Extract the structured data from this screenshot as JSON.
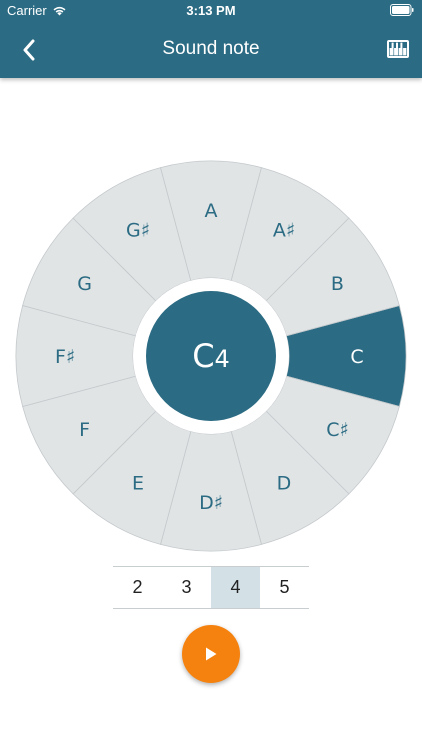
{
  "status": {
    "carrier": "Carrier",
    "time": "3:13 PM"
  },
  "nav": {
    "title": "Sound note"
  },
  "colors": {
    "accent": "#2b6b83",
    "segment": "#e1e4e5",
    "divider": "#c4c9cc",
    "play": "#f5820f",
    "selected_octave": "#d3e0e6"
  },
  "wheel": {
    "notes": [
      "C",
      "C♯",
      "D",
      "D♯",
      "E",
      "F",
      "F♯",
      "G",
      "G♯",
      "A",
      "A♯",
      "B"
    ],
    "selected_note": "C",
    "center": {
      "note": "C",
      "octave": "4"
    }
  },
  "octaves": {
    "items": [
      "2",
      "3",
      "4",
      "5"
    ],
    "selected": "4"
  }
}
